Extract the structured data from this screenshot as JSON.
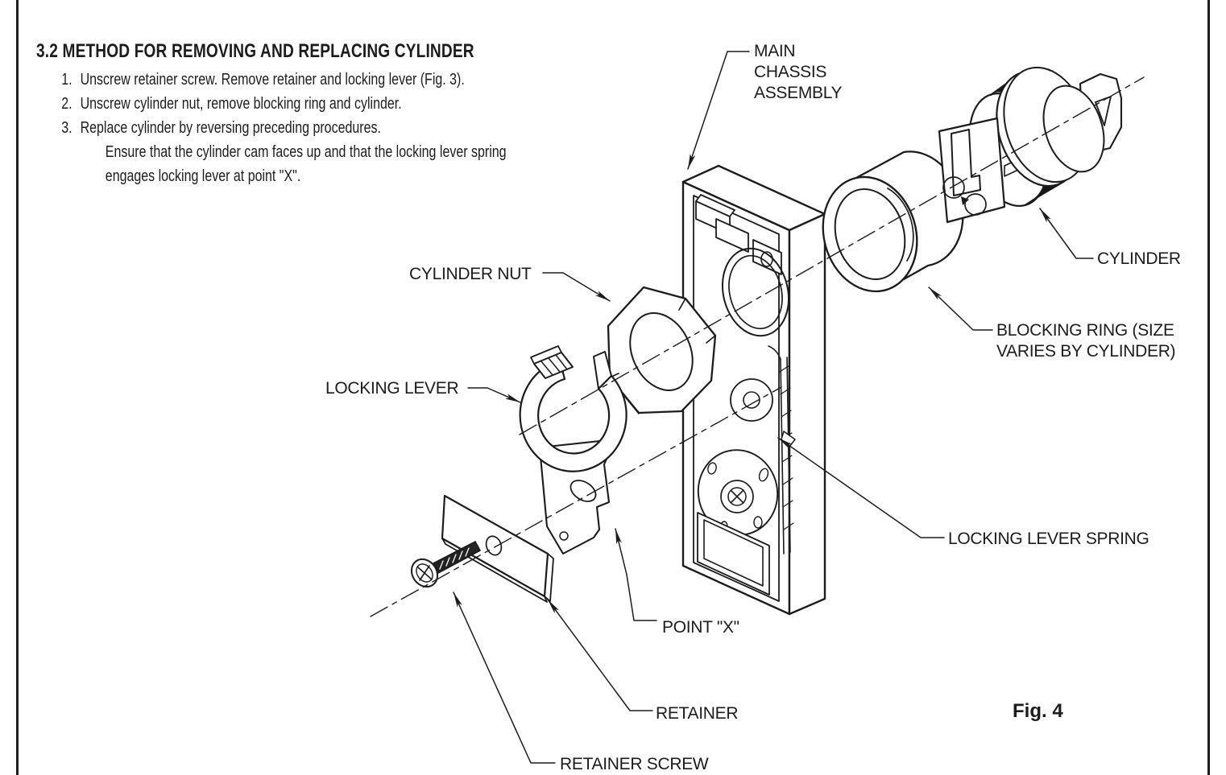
{
  "document": {
    "section": {
      "heading": "3.2 METHOD FOR REMOVING AND REPLACING CYLINDER",
      "steps": [
        {
          "num": "1.",
          "text": "Unscrew retainer screw. Remove retainer and locking lever (Fig. 3)."
        },
        {
          "num": "2.",
          "text": "Unscrew cylinder nut, remove blocking ring and cylinder."
        },
        {
          "num": "3.",
          "text": "Replace cylinder by reversing preceding procedures."
        }
      ],
      "note_lines": [
        "Ensure that the cylinder cam faces up and that the locking lever spring",
        "engages locking lever at point \"X\"."
      ]
    },
    "figure": {
      "caption": "Fig. 4",
      "labels": {
        "main_chassis_assembly": [
          "MAIN",
          "CHASSIS",
          "ASSEMBLY"
        ],
        "cylinder": "CYLINDER",
        "blocking_ring": [
          "BLOCKING RING (SIZE",
          "VARIES BY CYLINDER)"
        ],
        "cylinder_nut": "CYLINDER NUT",
        "locking_lever": "LOCKING LEVER",
        "locking_lever_spring": "LOCKING LEVER SPRING",
        "point_x": "POINT \"X\"",
        "retainer": "RETAINER",
        "retainer_screw": "RETAINER SCREW"
      }
    },
    "colors": {
      "ink": "#1c1c1c",
      "paper": "#ffffff"
    }
  }
}
